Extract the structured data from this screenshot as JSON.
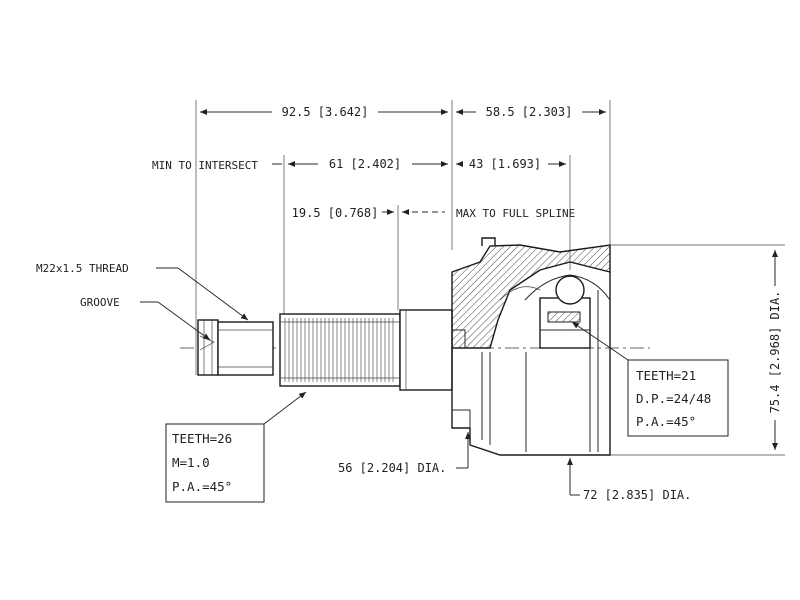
{
  "dimensions": {
    "overall_left": "92.5 [3.642]",
    "overall_right": "58.5 [2.303]",
    "min_to_intersect_label": "MIN TO INTERSECT",
    "intersect_length": "61 [2.402]",
    "intersect_right": "43 [1.693]",
    "spline_length": "19.5 [0.768]",
    "max_to_full_spline_label": "MAX TO FULL SPLINE",
    "thread_label": "M22x1.5 THREAD",
    "groove_label": "GROOVE",
    "seal_dia": "56 [2.204] DIA.",
    "housing_dia": "72 [2.835] DIA.",
    "outer_dia": "75.4 [2.968] DIA."
  },
  "spec_left": {
    "line1": "TEETH=26",
    "line2": "M=1.0",
    "line3": "P.A.=45°"
  },
  "spec_right": {
    "line1": "TEETH=21",
    "line2": "D.P.=24/48",
    "line3": "P.A.=45°"
  }
}
